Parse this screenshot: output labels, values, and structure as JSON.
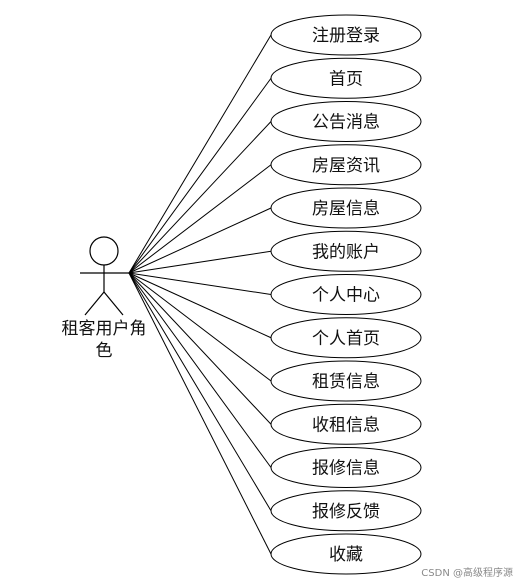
{
  "actor": {
    "name_line1": "租客用户角",
    "name_line2": "色",
    "icon": "stick-figure-icon"
  },
  "use_cases": [
    "注册登录",
    "首页",
    "公告消息",
    "房屋资讯",
    "房屋信息",
    "我的账户",
    "个人中心",
    "个人首页",
    "租赁信息",
    "收租信息",
    "报修信息",
    "报修反馈",
    "收藏"
  ],
  "watermark": "CSDN @高级程序源",
  "colors": {
    "line": "#000000",
    "text": "#111111",
    "watermark": "#8a8a8a"
  }
}
